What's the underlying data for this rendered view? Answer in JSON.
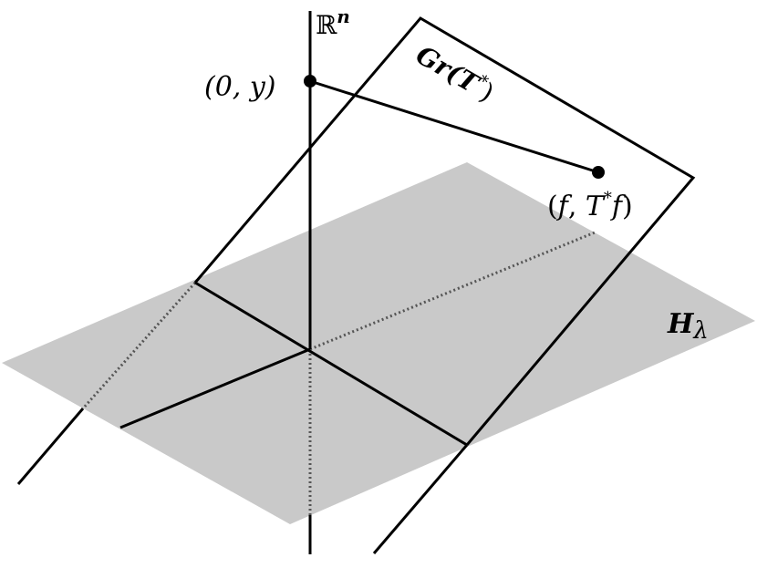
{
  "diagram": {
    "colors": {
      "plane_fill": "#c9c9c9",
      "line": "#000000",
      "hidden_line": "#555555",
      "background": "#ffffff"
    },
    "labels": {
      "axis_symbol": "ℝ",
      "axis_exponent": "n",
      "graph_name": "Gr(",
      "graph_operator": "T",
      "graph_star": "*",
      "graph_close": ")",
      "point_zero_y": "(0, y)",
      "point_f_open": "(",
      "point_f_f": "f",
      "point_f_comma": ", ",
      "point_f_T": "T",
      "point_f_star": "*",
      "point_f_f2": "f",
      "point_f_close": ")",
      "plane_letter": "H",
      "plane_subscript": "λ"
    }
  }
}
